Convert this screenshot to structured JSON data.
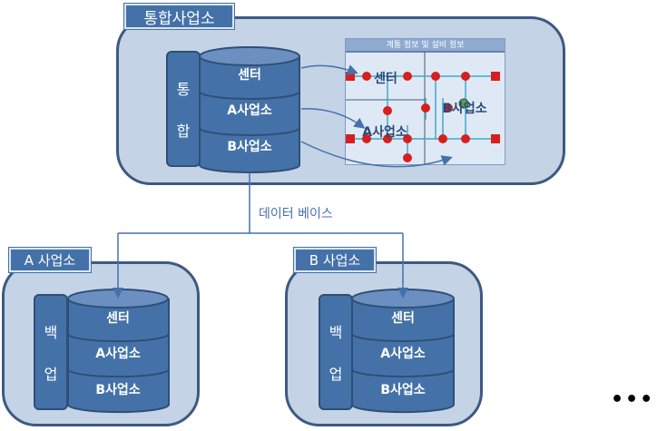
{
  "top": {
    "label": "통합사업소",
    "side_chars": [
      "통",
      "합"
    ],
    "db": [
      "센터",
      "A사업소",
      "B사업소"
    ],
    "panel_title": "계통 정보 및 설비 정보",
    "panel_labels": [
      "센터",
      "A사업소",
      "B사업소"
    ]
  },
  "connector_label": "데이터 베이스",
  "site_a": {
    "label": "A 사업소",
    "side_chars": [
      "백",
      "업"
    ],
    "db": [
      "센터",
      "A사업소",
      "B사업소"
    ]
  },
  "site_b": {
    "label": "B 사업소",
    "side_chars": [
      "백",
      "업"
    ],
    "db": [
      "센터",
      "A사업소",
      "B사업소"
    ]
  },
  "more": "•••",
  "colors": {
    "db_fill": "#4472a8",
    "db_stroke": "#2f4f77",
    "box_fill": "#c5d3e6",
    "node_red": "#d61f1f",
    "line": "#4472a8"
  }
}
